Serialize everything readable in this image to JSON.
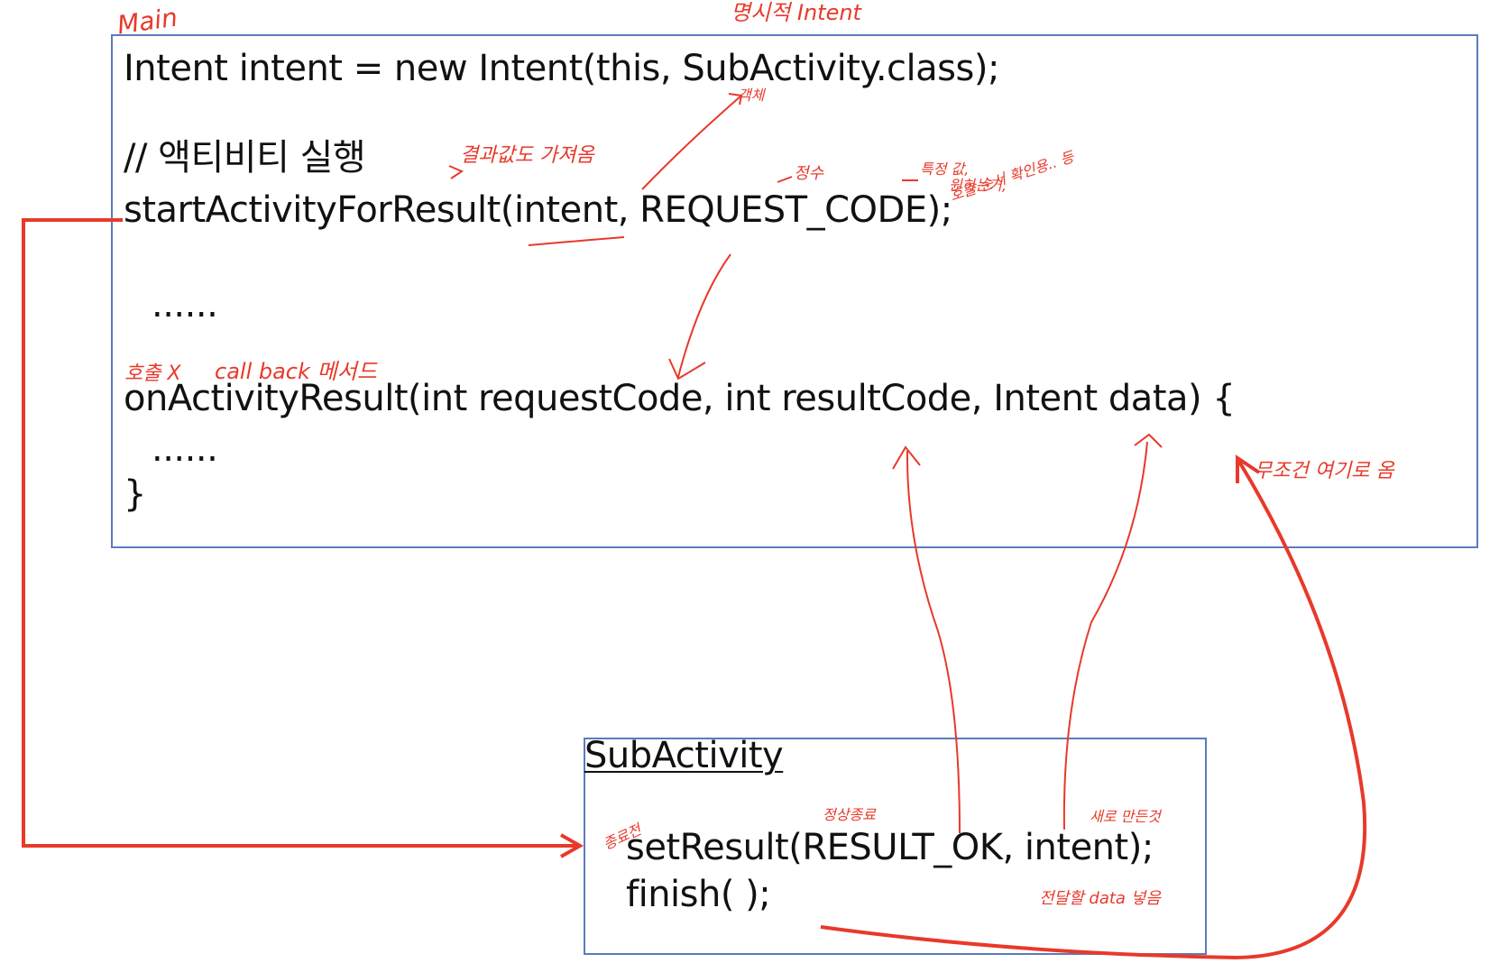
{
  "main_box": {
    "label": "Main",
    "code": {
      "line_intent": "Intent intent = new Intent(this, SubActivity.class);",
      "line_comment": "// 액티비티 실행",
      "line_start": "startActivityForResult(intent, REQUEST_CODE);",
      "line_ellipsis_1": "......",
      "line_callback": "onActivityResult(int requestCode, int resultCode, Intent data) {",
      "line_ellipsis_2": "......",
      "line_close": "}"
    }
  },
  "sub_box": {
    "title": "SubActivity",
    "code": {
      "line_set_result": "setResult(RESULT_OK, intent);",
      "line_finish": "finish( );"
    }
  },
  "annotations": {
    "explicit_intent": "명시적 Intent",
    "object_note": "객체",
    "result_note": "결과값도 가져옴",
    "integer_note": "정수",
    "specific_value_note_1": "특정 값,",
    "specific_value_note_2": "원하는거,",
    "specific_value_note_3": "호출 순서 확인용.. 등",
    "no_call_note": "호출 X",
    "callback_note": "call back 메서드",
    "always_here_note": "무조건 여기로 옴",
    "normal_exit_note": "정상종료",
    "new_made_note": "새로 만든것",
    "before_end_note": "종료전",
    "deliver_data_note": "전달할 data 넣음"
  },
  "colors": {
    "box_border": "#5b7bbd",
    "annotation_red": "#e8392a",
    "code_text": "#111111"
  }
}
